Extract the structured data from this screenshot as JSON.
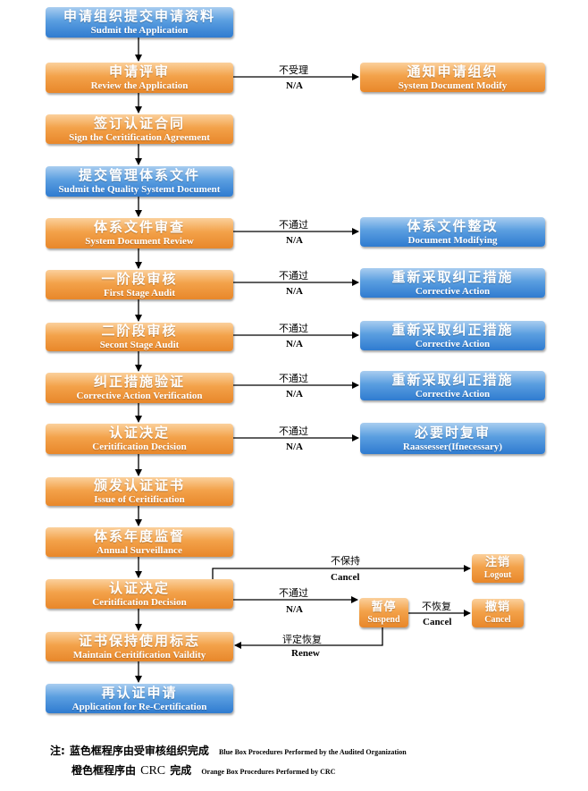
{
  "main_steps": [
    {
      "cn": "申请组织提交申请资料",
      "en": "Sudmit the Application",
      "color": "blue"
    },
    {
      "cn": "申请评审",
      "en": "Review the Application",
      "color": "orange"
    },
    {
      "cn": "签订认证合同",
      "en": "Sign the Ceritification Agreement",
      "color": "orange"
    },
    {
      "cn": "提交管理体系文件",
      "en": "Sudmit the Quality Systemt Document",
      "color": "blue"
    },
    {
      "cn": "体系文件审查",
      "en": "System Document Review",
      "color": "orange"
    },
    {
      "cn": "一阶段审核",
      "en": "First Stage Audit",
      "color": "orange"
    },
    {
      "cn": "二阶段审核",
      "en": "Secont Stage Audit",
      "color": "orange"
    },
    {
      "cn": "纠正措施验证",
      "en": "Corrective Action Verification",
      "color": "orange"
    },
    {
      "cn": "认证决定",
      "en": "Ceritification Decision",
      "color": "orange"
    },
    {
      "cn": "颁发认证证书",
      "en": "Issue of Ceritification",
      "color": "orange"
    },
    {
      "cn": "体系年度监督",
      "en": "Annual Surveillance",
      "color": "orange"
    },
    {
      "cn": "认证决定",
      "en": "Ceritification Decision",
      "color": "orange"
    },
    {
      "cn": "证书保持使用标志",
      "en": "Maintain Ceritification Vaildity",
      "color": "orange"
    },
    {
      "cn": "再认证申请",
      "en": "Application for Re-Certification",
      "color": "blue"
    }
  ],
  "side_steps": [
    {
      "cn": "通知申请组织",
      "en": "System Document Modify",
      "color": "orange",
      "edge_cn": "不受理",
      "edge_en": "N/A"
    },
    {
      "cn": "体系文件整改",
      "en": "Document Modifying",
      "color": "blue",
      "edge_cn": "不通过",
      "edge_en": "N/A"
    },
    {
      "cn": "重新采取纠正措施",
      "en": "Corrective Action",
      "color": "blue",
      "edge_cn": "不通过",
      "edge_en": "N/A"
    },
    {
      "cn": "重新采取纠正措施",
      "en": "Corrective Action",
      "color": "blue",
      "edge_cn": "不通过",
      "edge_en": "N/A"
    },
    {
      "cn": "重新采取纠正措施",
      "en": "Corrective Action",
      "color": "blue",
      "edge_cn": "不通过",
      "edge_en": "N/A"
    },
    {
      "cn": "必要时复审",
      "en": "Raassesser(Ifnecessary)",
      "color": "blue",
      "edge_cn": "不通过",
      "edge_en": "N/A"
    }
  ],
  "surveillance_branch": {
    "logout": {
      "cn": "注销",
      "en": "Logout"
    },
    "suspend": {
      "cn": "暂停",
      "en": "Suspend"
    },
    "cancel": {
      "cn": "撤销",
      "en": "Cancel"
    },
    "edge_cancel_cn": "不保持",
    "edge_cancel_en": "Cancel",
    "edge_suspend_cn": "不通过",
    "edge_suspend_en": "N/A",
    "edge_revoke_cn": "不恢复",
    "edge_revoke_en": "Cancel",
    "edge_renew_cn": "评定恢复",
    "edge_renew_en": "Renew"
  },
  "notes": {
    "prefix": "注:",
    "blue_cn": "蓝色框程序由受审核组织完成",
    "blue_en": "Blue Box Procedures Performed by the Audited Organization",
    "orange_cn_a": "橙色框程序由",
    "orange_crc": "CRC",
    "orange_cn_b": "完成",
    "orange_en": "Orange Box Procedures Performed by CRC"
  },
  "colors": {
    "blue": "#3b86d6",
    "orange": "#ee9033",
    "line": "#000000"
  }
}
